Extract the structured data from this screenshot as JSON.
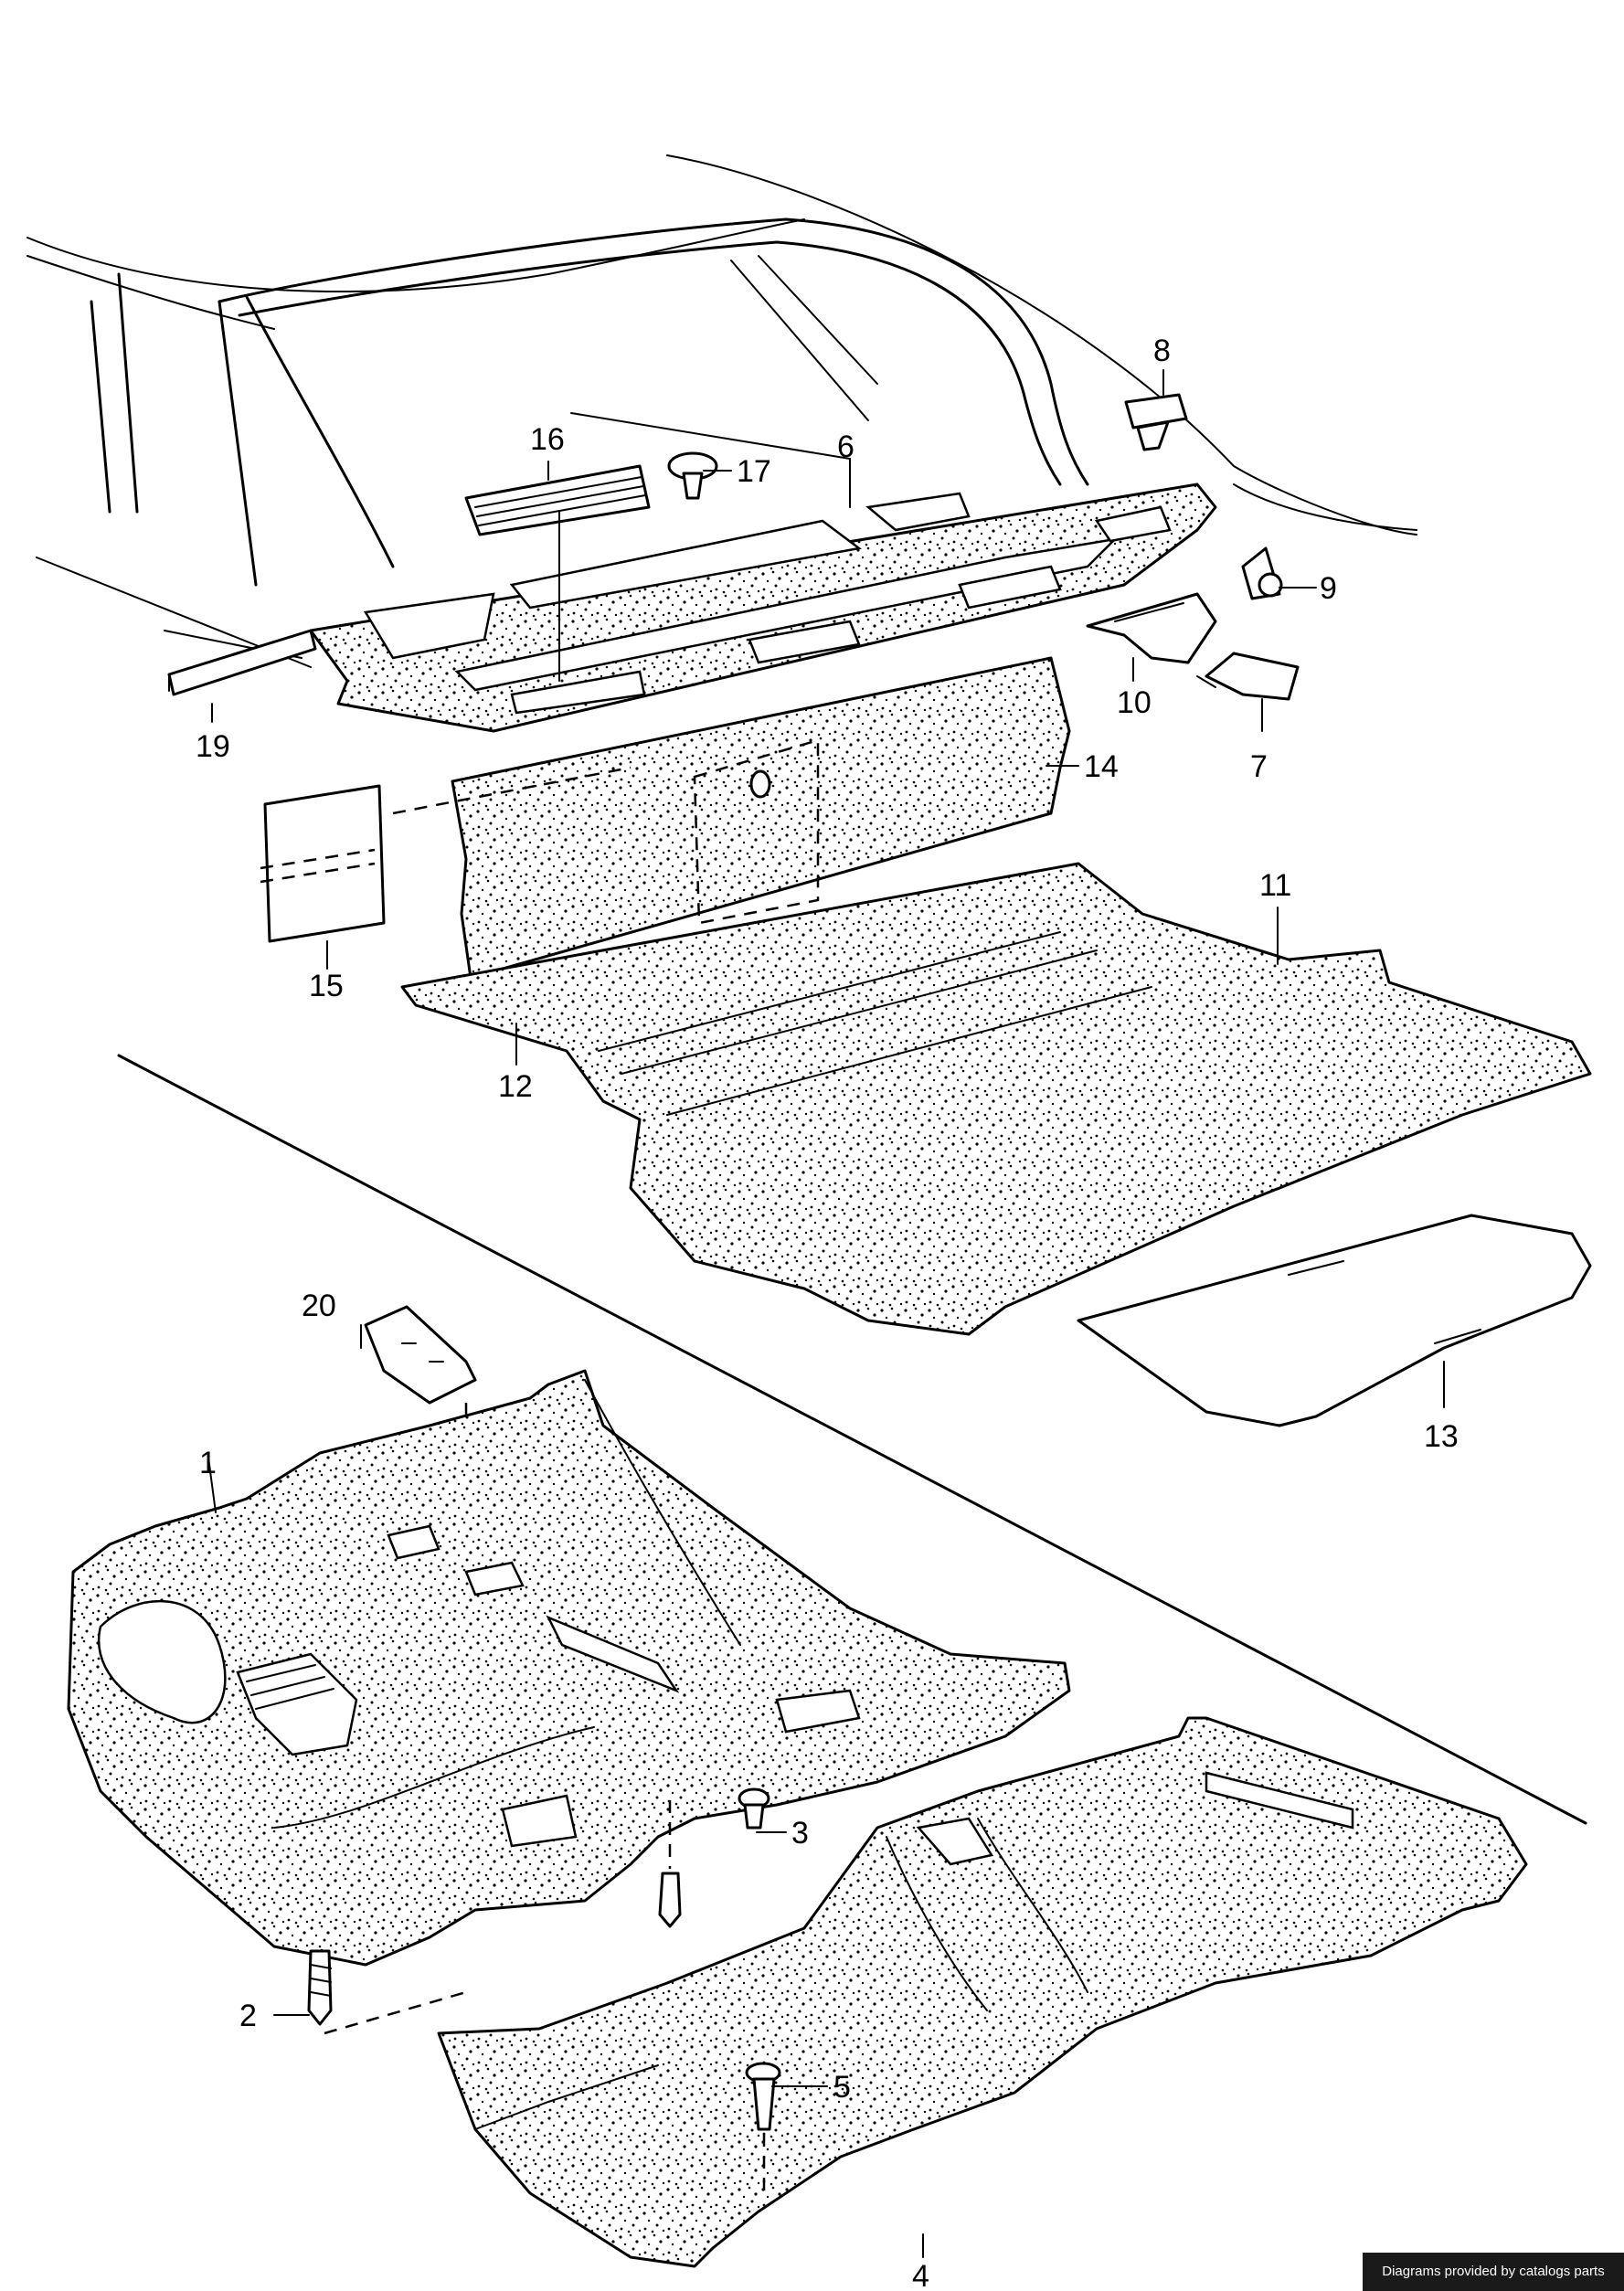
{
  "callouts": [
    {
      "id": "c1",
      "label": "1"
    },
    {
      "id": "c2",
      "label": "2"
    },
    {
      "id": "c3",
      "label": "3"
    },
    {
      "id": "c4",
      "label": "4"
    },
    {
      "id": "c5",
      "label": "5"
    },
    {
      "id": "c6",
      "label": "6"
    },
    {
      "id": "c7",
      "label": "7"
    },
    {
      "id": "c8",
      "label": "8"
    },
    {
      "id": "c9",
      "label": "9"
    },
    {
      "id": "c10",
      "label": "10"
    },
    {
      "id": "c11",
      "label": "11"
    },
    {
      "id": "c12",
      "label": "12"
    },
    {
      "id": "c13",
      "label": "13"
    },
    {
      "id": "c14",
      "label": "14"
    },
    {
      "id": "c15",
      "label": "15"
    },
    {
      "id": "c16",
      "label": "16"
    },
    {
      "id": "c17",
      "label": "17"
    },
    {
      "id": "c19",
      "label": "19"
    },
    {
      "id": "c20",
      "label": "20"
    }
  ],
  "credit": "Diagrams provided by catalogs parts",
  "colors": {
    "ink": "#000000",
    "paper": "#ffffff",
    "credit_bg": "#1a1a1a"
  }
}
